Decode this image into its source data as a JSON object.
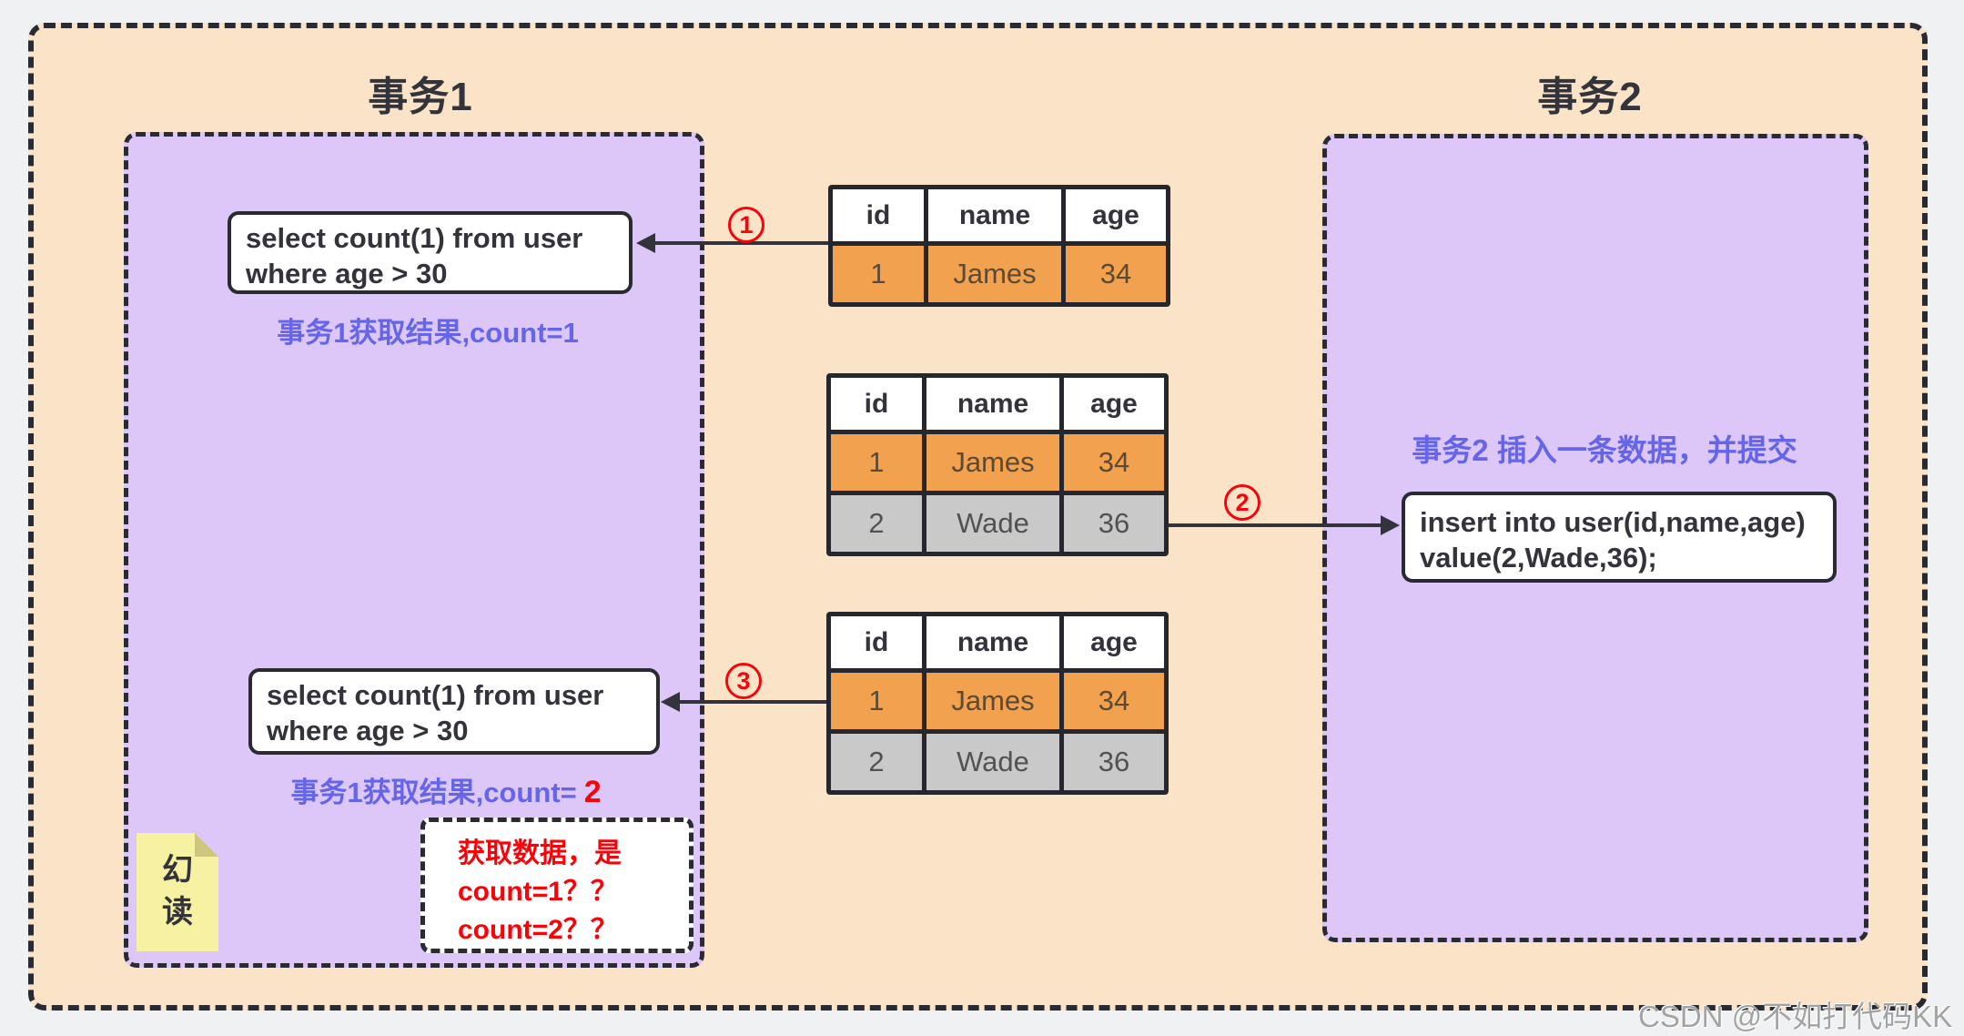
{
  "colors": {
    "page_bg": "#F0F1F2",
    "frame_fill_peach": "#FBE3C7",
    "panel_fill_purple": "#DCC7F8",
    "border_dark": "#2A2A32",
    "table_row_orange": "#F2A24E",
    "table_row_gray": "#C9C9C9",
    "blue_label": "#6565EA",
    "red_accent": "#F80309",
    "note_yellow": "#F7F2A2",
    "note_fold": "#CDC67C",
    "watermark_gray": "#A3A3A3"
  },
  "tx1": {
    "title": "事务1",
    "query1_line1": "select count(1) from user",
    "query1_line2": "where age > 30",
    "result1": "事务1获取结果,count=1",
    "query2_line1": "select count(1) from user",
    "query2_line2": "where age > 30",
    "result2_prefix": "事务1获取结果,count=",
    "result2_value": "2",
    "note_char1": "幻",
    "note_char2": "读",
    "question_line1": "获取数据，是",
    "question_line2": "count=1？？",
    "question_line3": "count=2？？"
  },
  "tx2": {
    "title": "事务2",
    "caption": "事务2 插入一条数据，并提交",
    "insert_line1": "insert into user(id,name,age)",
    "insert_line2": "value(2,Wade,36);"
  },
  "steps": {
    "s1": "1",
    "s2": "2",
    "s3": "3"
  },
  "tables": [
    {
      "headers": [
        "id",
        "name",
        "age"
      ],
      "rows": [
        [
          "1",
          "James",
          "34"
        ]
      ]
    },
    {
      "headers": [
        "id",
        "name",
        "age"
      ],
      "rows": [
        [
          "1",
          "James",
          "34"
        ],
        [
          "2",
          "Wade",
          "36"
        ]
      ]
    },
    {
      "headers": [
        "id",
        "name",
        "age"
      ],
      "rows": [
        [
          "1",
          "James",
          "34"
        ],
        [
          "2",
          "Wade",
          "36"
        ]
      ]
    }
  ],
  "watermark": "CSDN @不如打代码KK"
}
